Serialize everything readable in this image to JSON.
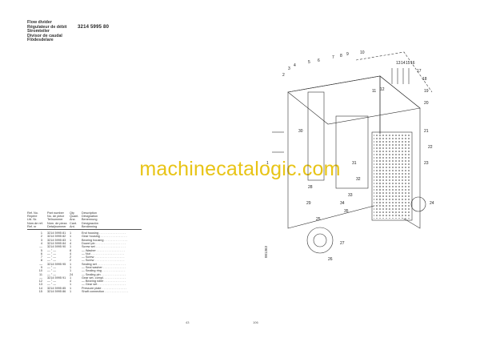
{
  "header": {
    "titles": [
      "Flow divider",
      "Régulateur de débit",
      "Stromteiler",
      "Divisor de caudal",
      "Flödesdelare"
    ],
    "part_number": "3214 5995 80"
  },
  "watermark": "machinecatalogic.com",
  "table": {
    "headers": [
      [
        "Ref. No.",
        "Repère",
        "Lfd. Nr.",
        "Núm.de ref.",
        "Ref. nr"
      ],
      [
        "Part number",
        "No. de pièce",
        "Teilnummer",
        "Núm. de pieza",
        "Detaljnummer"
      ],
      [
        "Qty",
        "Quant.",
        "Anz.",
        "Cant.",
        "Ant."
      ],
      [
        "Description",
        "Désignation",
        "Benennung",
        "Designación",
        "Benämning"
      ]
    ],
    "rows": [
      {
        "ref": "1",
        "part": "3214 5995 81",
        "qty": "1",
        "desc": "End housing . . . . . . . . . . . . . . . ."
      },
      {
        "ref": "2",
        "part": "3214 5995 82",
        "qty": "1",
        "desc": "Gear housing . . . . . . . . . . . . . . . ."
      },
      {
        "ref": "3",
        "part": "3214 5995 83",
        "qty": "1",
        "desc": "Bearing housing . . . . . . . . . . . . . ."
      },
      {
        "ref": "4",
        "part": "3214 5995 84",
        "qty": "4",
        "desc": "Dowel pin . . . . . . . . . . . . . . . . . ."
      },
      {
        "ref": "—",
        "part": "3214 5995 90",
        "qty": "1",
        "desc": "Screw set . . . . . . . . . . . . . . . . . ."
      },
      {
        "ref": "5",
        "part": "— \" —",
        "qty": "8",
        "desc": "— Washer . . . . . . . . . . . . . . . . ."
      },
      {
        "ref": "6",
        "part": "— \" —",
        "qty": "4",
        "desc": "— Nut . . . . . . . . . . . . . . . . . . . ."
      },
      {
        "ref": "7",
        "part": "— \" —",
        "qty": "2",
        "desc": "— Screw . . . . . . . . . . . . . . . . . ."
      },
      {
        "ref": "8",
        "part": "— \" —",
        "qty": "2",
        "desc": "— Screw . . . . . . . . . . . . . . . . . ."
      },
      {
        "ref": "—",
        "part": "3214 5995 95",
        "qty": "1",
        "desc": "Sealing set . . . . . . . . . . . . . . . . ."
      },
      {
        "ref": "9",
        "part": "— \" —",
        "qty": "1",
        "desc": "— Seal washer . . . . . . . . . . . . . ."
      },
      {
        "ref": "10",
        "part": "— \" —",
        "qty": "1",
        "desc": "— Sealing ring . . . . . . . . . . . . . ."
      },
      {
        "ref": "11",
        "part": "— \" —",
        "qty": "24",
        "desc": "— Sealing pin . . . . . . . . . . . . . . ."
      },
      {
        "ref": "—",
        "part": "3214 5995 91",
        "qty": "1",
        "desc": "Gear set, compl. . . . . . . . . . . . . ."
      },
      {
        "ref": "12",
        "part": "— \" —",
        "qty": "4",
        "desc": "— Bearing roller . . . . . . . . . . . . ."
      },
      {
        "ref": "13",
        "part": "— \" —",
        "qty": "1",
        "desc": "— Gear set . . . . . . . . . . . . . . . . ."
      },
      {
        "ref": "14",
        "part": "3214 5995 85",
        "qty": "1",
        "desc": "Pressure plate . . . . . . . . . . . . . . ."
      },
      {
        "ref": "15",
        "part": "3214 5995 86",
        "qty": "1",
        "desc": "Shaft connection . . . . . . . . . . . . . ."
      }
    ]
  },
  "diagram": {
    "figure_number": "001363",
    "callouts": [
      "1",
      "2",
      "3",
      "4",
      "5",
      "6",
      "7",
      "8",
      "9",
      "10",
      "11",
      "12",
      "13",
      "14",
      "15",
      "16",
      "17",
      "18",
      "19",
      "20",
      "21",
      "22",
      "23",
      "24",
      "25",
      "26",
      "27",
      "28",
      "29",
      "30",
      "31",
      "32",
      "33",
      "34",
      "35"
    ]
  },
  "page_numbers": {
    "left": "43",
    "right": "106"
  }
}
